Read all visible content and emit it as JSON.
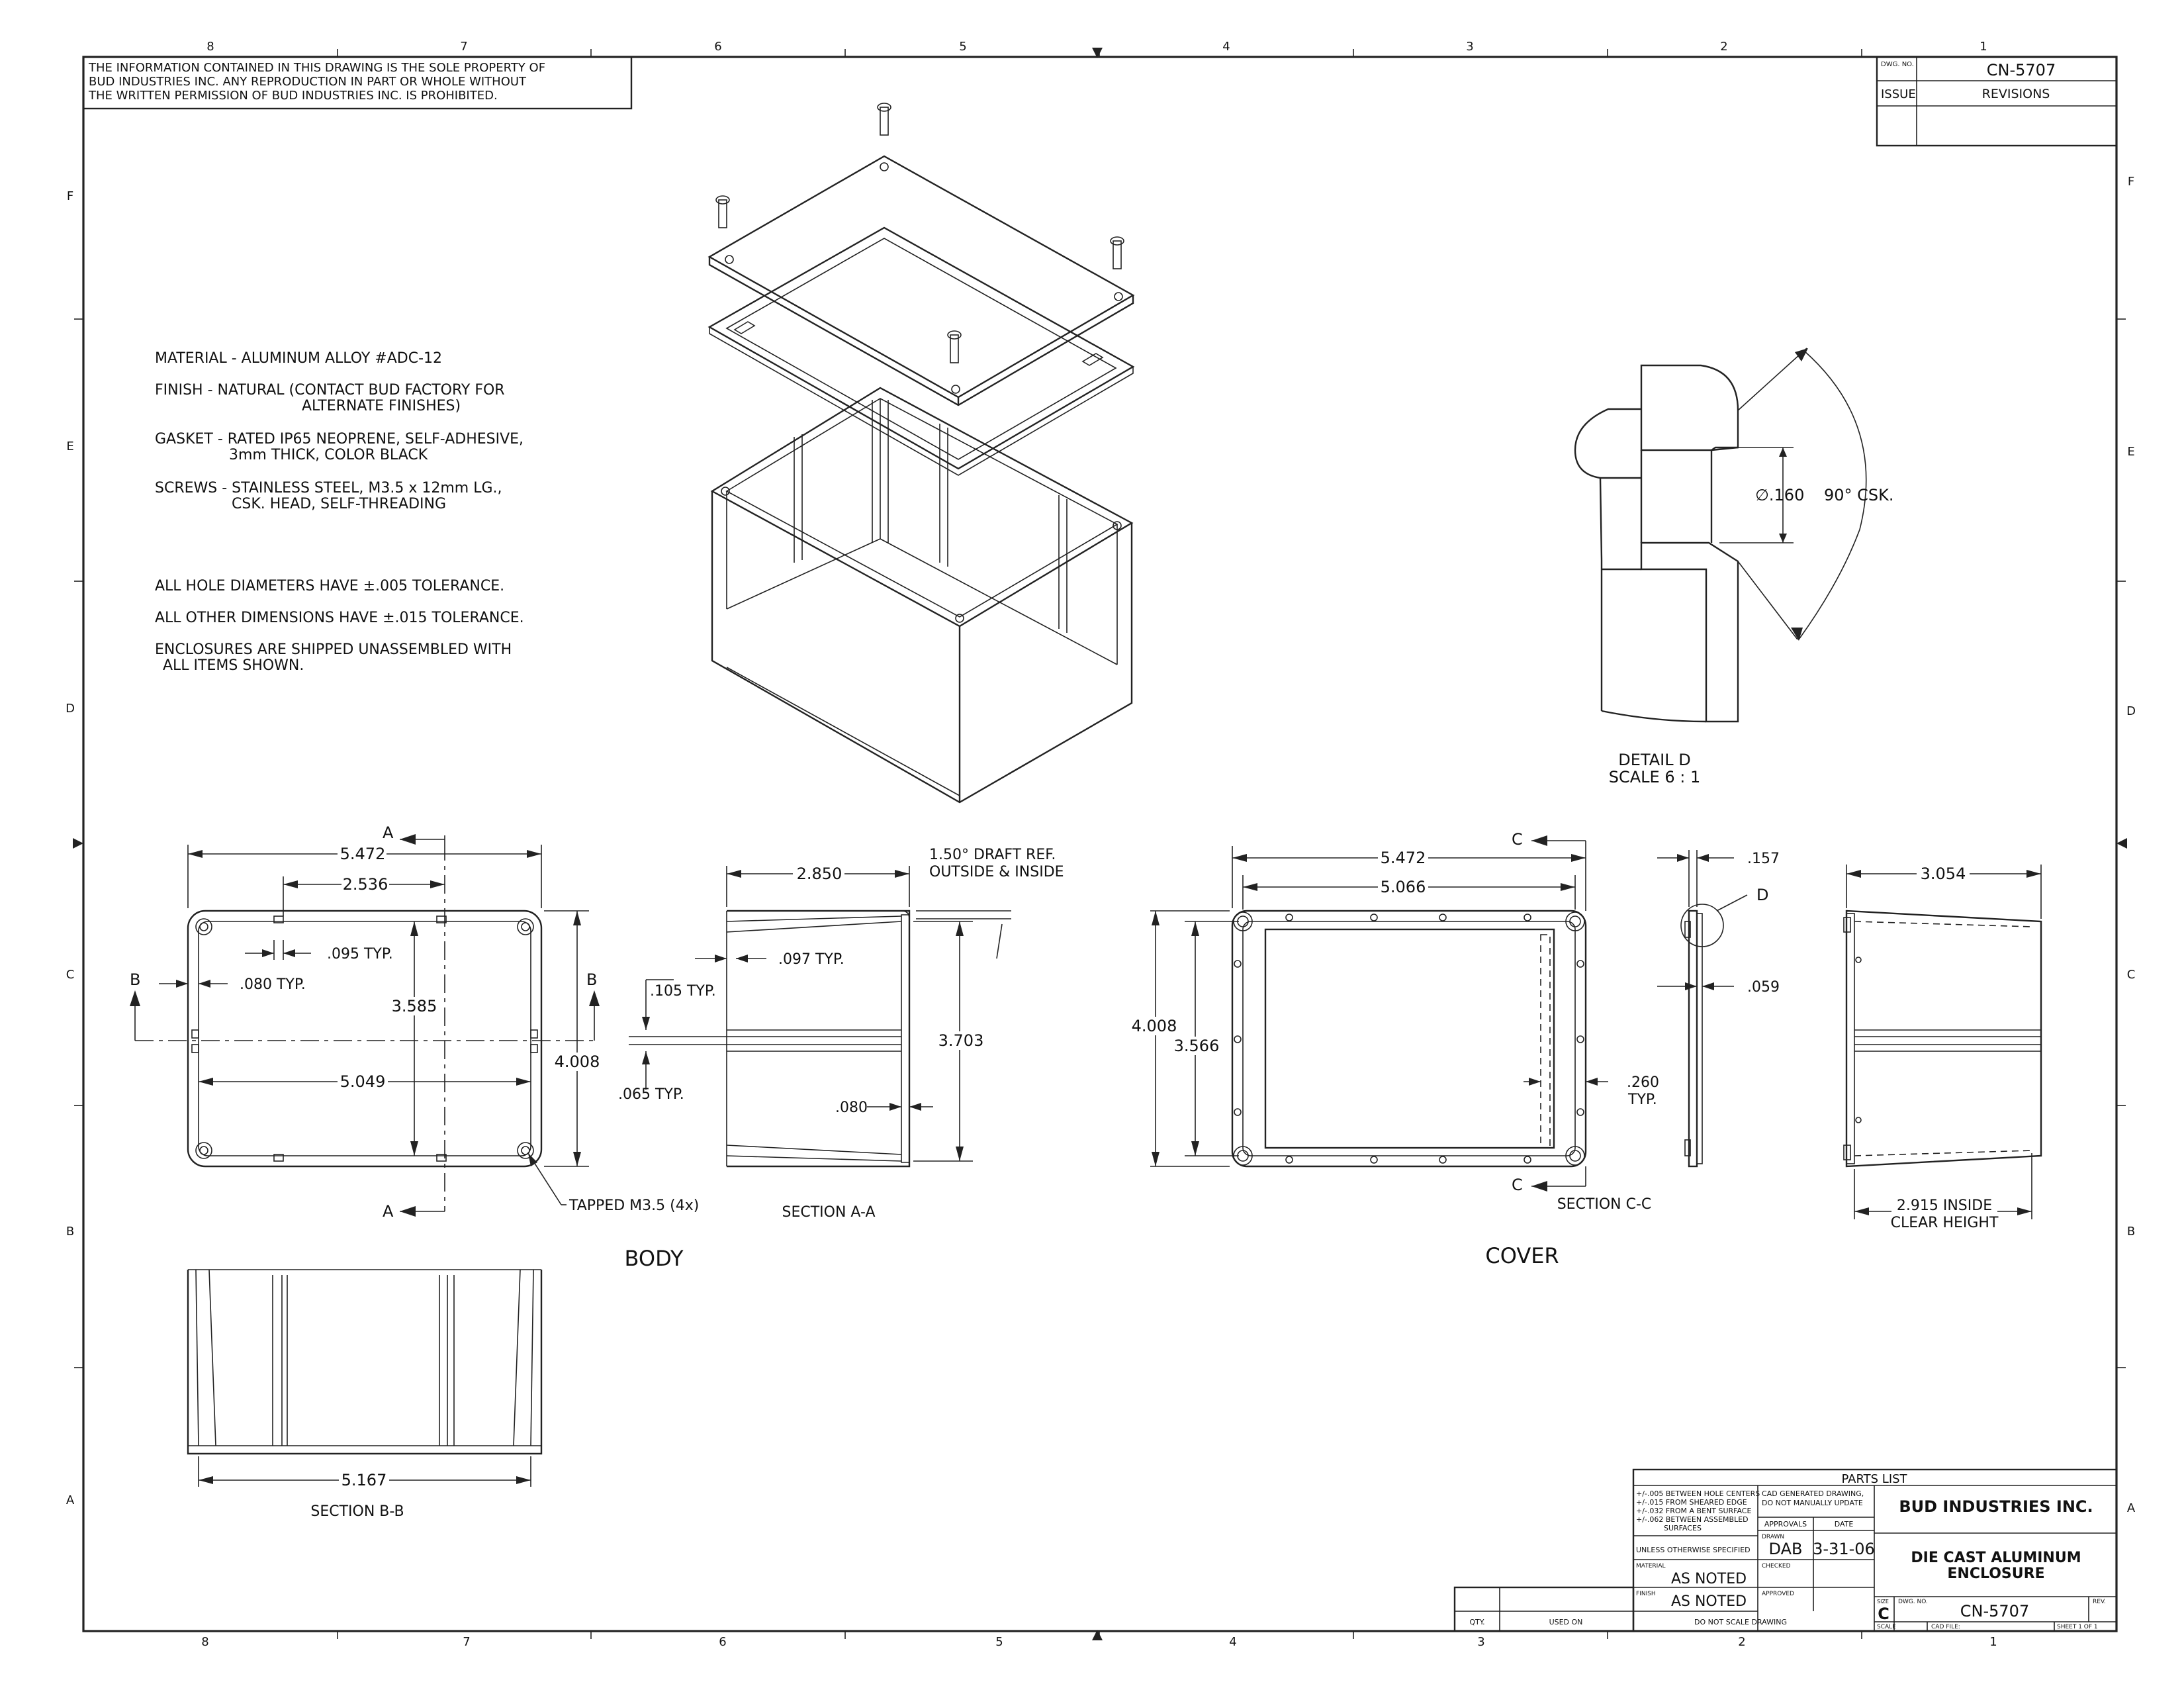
{
  "drawing": {
    "zone_columns_top": [
      "8",
      "7",
      "6",
      "5",
      "4",
      "3",
      "2",
      "1"
    ],
    "zone_columns_bottom": [
      "8",
      "7",
      "6",
      "5",
      "4",
      "3",
      "2",
      "1"
    ],
    "zone_rows_left": [
      "F",
      "E",
      "D",
      "C",
      "B",
      "A"
    ],
    "zone_rows_right": [
      "F",
      "E",
      "D",
      "C",
      "B",
      "A"
    ],
    "proprietary_notice": [
      "THE INFORMATION CONTAINED IN THIS DRAWING IS THE SOLE PROPERTY OF",
      "BUD INDUSTRIES INC. ANY REPRODUCTION IN PART OR WHOLE WITHOUT",
      "THE WRITTEN PERMISSION OF BUD INDUSTRIES INC. IS PROHIBITED."
    ],
    "revision_block": {
      "dwg_no_label": "DWG. NO.",
      "dwg_no": "CN-5707",
      "issue_label": "ISSUE",
      "revisions_label": "REVISIONS"
    },
    "notes": [
      "MATERIAL - ALUMINUM ALLOY #ADC-12",
      "FINISH - NATURAL  (CONTACT BUD FACTORY FOR",
      "ALTERNATE FINISHES)",
      "GASKET - RATED IP65 NEOPRENE, SELF-ADHESIVE,",
      "3mm THICK, COLOR BLACK",
      "SCREWS - STAINLESS STEEL, M3.5 x 12mm LG.,",
      "CSK. HEAD, SELF-THREADING",
      "ALL HOLE DIAMETERS HAVE ±.005 TOLERANCE.",
      "ALL OTHER DIMENSIONS HAVE ±.015 TOLERANCE.",
      "ENCLOSURES ARE SHIPPED UNASSEMBLED WITH",
      "ALL ITEMS SHOWN."
    ],
    "detail_d": {
      "hole_dim": "∅.160",
      "csk_angle": "90° CSK.",
      "title": "DETAIL D",
      "scale": "SCALE 6 : 1"
    },
    "body_top_view": {
      "section_a": "A",
      "section_b": "B",
      "dim_width_outer": "5.472",
      "dim_hole_spacing": "2.536",
      "dim_095": ".095 TYP.",
      "dim_080": ".080 TYP.",
      "dim_3585": "3.585",
      "dim_5049": "5.049",
      "dim_4008": "4.008",
      "tapped": "TAPPED M3.5 (4x)"
    },
    "section_aa": {
      "dim_2850": "2.850",
      "draft": "1.50° DRAFT REF.",
      "draft2": "OUTSIDE & INSIDE",
      "dim_097": ".097 TYP.",
      "dim_105": ".105 TYP.",
      "dim_065": ".065 TYP.",
      "dim_3703": "3.703",
      "dim_080": ".080",
      "title": "SECTION A-A"
    },
    "body_label": "BODY",
    "cover_label": "COVER",
    "cover_top_view": {
      "section_c": "C",
      "dim_5472": "5.472",
      "dim_5066": "5.066",
      "dim_4008": "4.008",
      "dim_3566": "3.566",
      "dim_260": ".260",
      "dim_260_typ": "TYP."
    },
    "section_cc": {
      "dim_157": ".157",
      "detail_ref": "D",
      "dim_059": ".059",
      "title": "SECTION C-C"
    },
    "side_view": {
      "dim_3054": "3.054",
      "clear": "2.915 INSIDE",
      "clear2": "CLEAR HEIGHT"
    },
    "section_bb": {
      "dim_5167": "5.167",
      "title": "SECTION B-B"
    },
    "title_block": {
      "parts_list": "PARTS  LIST",
      "tolerances": [
        "+/-.005 BETWEEN HOLE CENTERS",
        "+/-.015 FROM SHEARED EDGE",
        "+/-.032 FROM A BENT SURFACE",
        "+/-.062 BETWEEN ASSEMBLED",
        "SURFACES"
      ],
      "unless": "UNLESS OTHERWISE SPECIFIED",
      "material_label": "MATERIAL",
      "material": "AS NOTED",
      "finish_label": "FINISH",
      "finish": "AS NOTED",
      "cad_note1": "CAD GENERATED DRAWING,",
      "cad_note2": "DO NOT MANUALLY UPDATE",
      "approvals": "APPROVALS",
      "date_label": "DATE",
      "drawn_label": "DRAWN",
      "drawn": "DAB",
      "date": "3-31-06",
      "checked_label": "CHECKED",
      "approved_label": "APPROVED",
      "do_not_scale": "DO NOT SCALE DRAWING",
      "qty_label": "QTY.",
      "used_on_label": "USED ON",
      "company": "BUD INDUSTRIES INC.",
      "title1": "DIE CAST ALUMINUM",
      "title2": "ENCLOSURE",
      "size_label": "SIZE",
      "size": "C",
      "dwg_no_label": "DWG. NO.",
      "dwg_no": "CN-5707",
      "rev_label": "REV.",
      "scale_label": "SCALE",
      "cad_file_label": "CAD FILE:",
      "sheet": "SHEET  1  OF  1"
    }
  }
}
